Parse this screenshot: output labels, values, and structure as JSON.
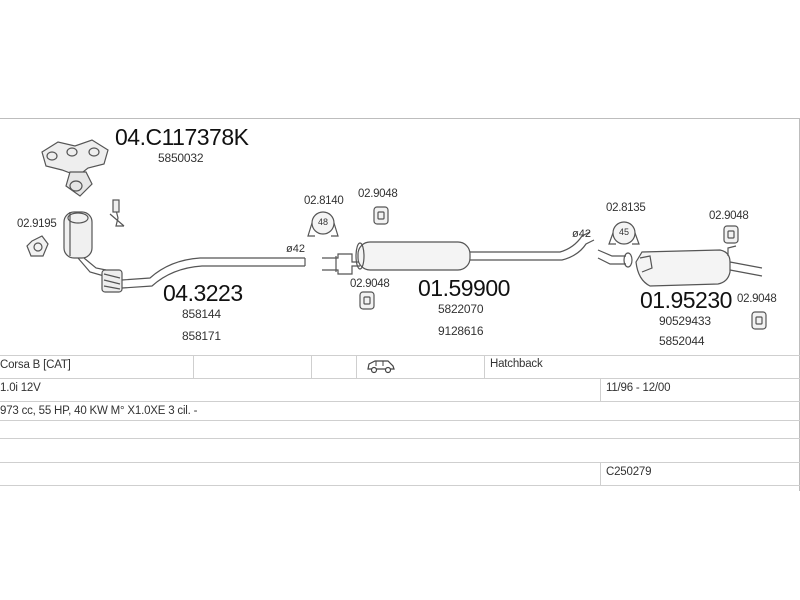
{
  "parts": {
    "manifold_cat": {
      "code": "04.C117378K",
      "oe": "5850032"
    },
    "front_pipe": {
      "code": "04.3223",
      "oe": [
        "858144",
        "858171"
      ]
    },
    "middle_silencer": {
      "code": "01.59900",
      "oe": [
        "5822070",
        "9128616"
      ]
    },
    "rear_silencer": {
      "code": "01.95230",
      "oe": [
        "90529433",
        "5852044"
      ]
    }
  },
  "accessories": {
    "gasket_left": "02.9195",
    "clamp_front": "02.8140",
    "rubber_1": "02.9048",
    "rubber_2": "02.9048",
    "clamp_rear": "02.8135",
    "rubber_3": "02.9048",
    "rubber_4": "02.9048"
  },
  "badges": {
    "clamp_front": "48",
    "clamp_rear": "45"
  },
  "diameters": {
    "front": "ø42",
    "rear": "ø42"
  },
  "vehicle": {
    "model": "Corsa B  [CAT]",
    "body": "Hatchback",
    "engine": "1.0i 12V",
    "years": "11/96 - 12/00",
    "spec": "973 cc, 55 HP, 40 KW M° X1.0XE 3 cil. -",
    "catalog": "C250279"
  },
  "icons": {
    "body_icon": "hatchback-car-icon"
  }
}
